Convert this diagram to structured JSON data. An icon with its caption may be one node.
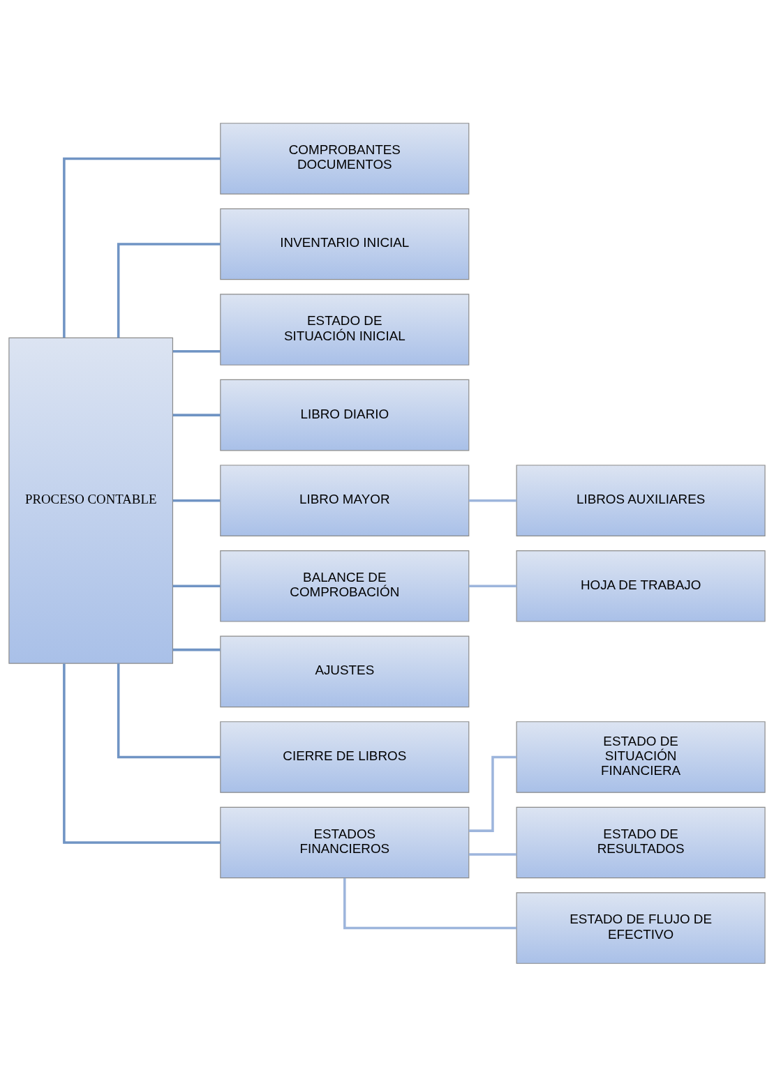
{
  "diagram": {
    "nodes": [
      {
        "text": [
          "PROCESO CONTABLE"
        ]
      },
      {
        "text": [
          "COMPROBANTES DOCUMENTOS"
        ]
      },
      {
        "text": [
          "INVENTARIO INICIAL"
        ]
      },
      {
        "text": [
          "ESTADO DE SITUACIÓN INICIAL"
        ]
      },
      {
        "text": [
          "LIBRO DIARIO"
        ]
      },
      {
        "text": [
          "LIBRO MAYOR"
        ]
      },
      {
        "text": [
          "LIBROS AUXILIARES"
        ]
      },
      {
        "text": [
          "BALANCE DE COMPROBACIÓN"
        ]
      },
      {
        "text": [
          "HOJA DE TRABAJO"
        ]
      },
      {
        "text": [
          "AJUSTES"
        ]
      },
      {
        "text": [
          "CIERRE DE LIBROS"
        ]
      },
      {
        "text": [
          "ESTADOS FINANCIEROS"
        ]
      },
      {
        "text": [
          "ESTADO DE SITUACIÓN FINANCIERA"
        ]
      },
      {
        "text": [
          "ESTADO DE RESULTADOS"
        ]
      },
      {
        "text": [
          "ESTADO DE FLUJO DE EFECTIVO"
        ]
      }
    ],
    "edges": [
      {
        "from": 0,
        "to": 1,
        "arrow": "none"
      },
      {
        "from": 0,
        "to": 2,
        "arrow": "none"
      },
      {
        "from": 0,
        "to": 3,
        "arrow": "none"
      },
      {
        "from": 0,
        "to": 4,
        "arrow": "none"
      },
      {
        "from": 0,
        "to": 5,
        "arrow": "none"
      },
      {
        "from": 5,
        "to": 6,
        "arrow": "none",
        "color": "#9db5dc"
      },
      {
        "from": 0,
        "to": 7,
        "arrow": "none"
      },
      {
        "from": 7,
        "to": 8,
        "arrow": "none",
        "color": "#9db5dc"
      },
      {
        "from": 0,
        "to": 9,
        "arrow": "none"
      },
      {
        "from": 0,
        "to": 10,
        "arrow": "none"
      },
      {
        "from": 0,
        "to": 11,
        "arrow": "none"
      },
      {
        "from": 11,
        "to": 12,
        "arrow": "none",
        "color": "#9db5dc"
      },
      {
        "from": 11,
        "to": 13,
        "arrow": "none",
        "color": "#9db5dc"
      },
      {
        "from": 11,
        "to": 14,
        "arrow": "none",
        "color": "#9db5dc"
      }
    ]
  }
}
